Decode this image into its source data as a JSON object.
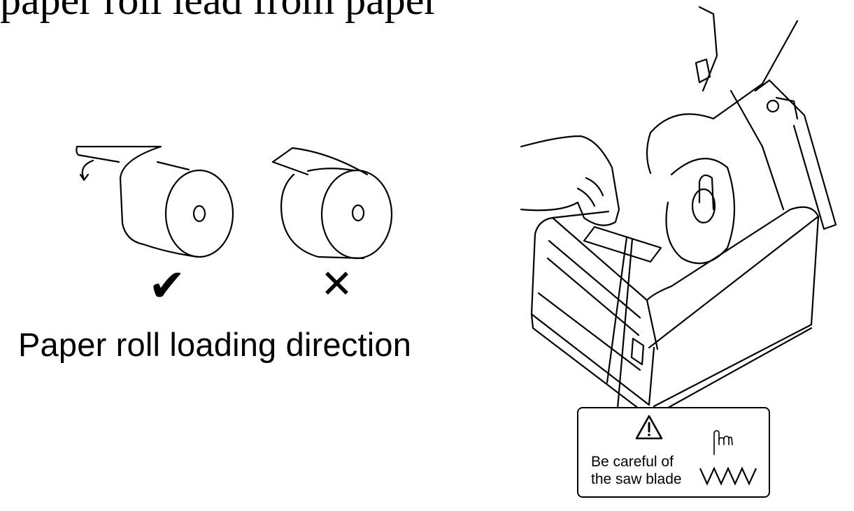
{
  "header_fragment": "paper roll lead from paper",
  "caption": "Paper roll loading direction",
  "marks": {
    "correct": "✔",
    "wrong": "✕"
  },
  "warning": {
    "icon": "warning-triangle-icon",
    "line1": "Be careful of",
    "line2": "the saw blade"
  },
  "colors": {
    "ink": "#000000",
    "background": "#ffffff"
  }
}
